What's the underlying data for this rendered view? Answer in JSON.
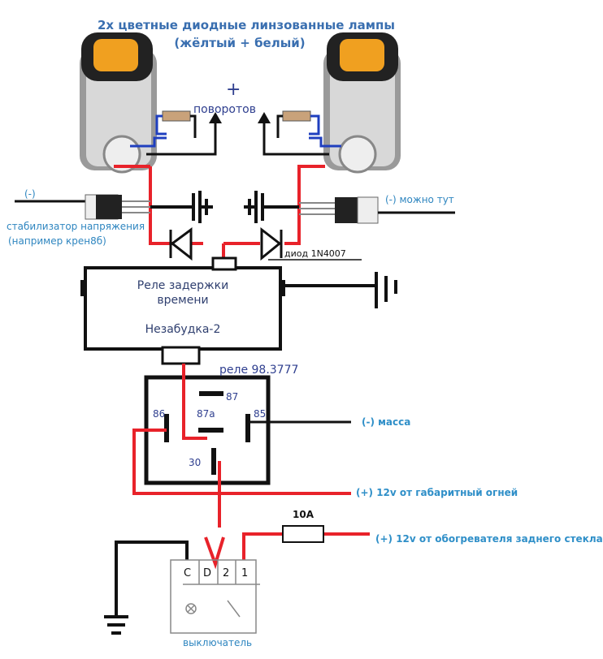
{
  "title": {
    "line1": "2х цветные диодные линзованные лампы",
    "line2": "(жёлтый + белый)"
  },
  "turn_signals": {
    "plus": "+",
    "label": "поворотов"
  },
  "left_side": {
    "minus": "(-)",
    "stabilizer_line1": "стабилизатор напряжения",
    "stabilizer_line2": "(например крен8б)"
  },
  "right_side": {
    "minus_here": "(-) можно тут"
  },
  "diode_label": "диод 1N4007",
  "delay_relay": {
    "line1": "Реле задержки",
    "line2": "времени",
    "line3": "Незабудка-2"
  },
  "relay": {
    "name": "реле 98.3777",
    "pin_87": "87",
    "pin_86": "86",
    "pin_87a": "87а",
    "pin_85": "85",
    "pin_30": "30"
  },
  "labels": {
    "ground": "(-) масса",
    "plus_parking": "(+) 12v от габаритный огней",
    "fuse": "10A",
    "plus_rear_heater": "(+) 12v от обогревателя заднего стекла"
  },
  "switch": {
    "pin_c": "C",
    "pin_d": "D",
    "pin_2": "2",
    "pin_1": "1",
    "caption": "выключатель"
  },
  "colors": {
    "wire_red": "#e8222a",
    "wire_black": "#111111",
    "wire_blue": "#1f3fbf",
    "label_blue": "#2f8fc8"
  }
}
